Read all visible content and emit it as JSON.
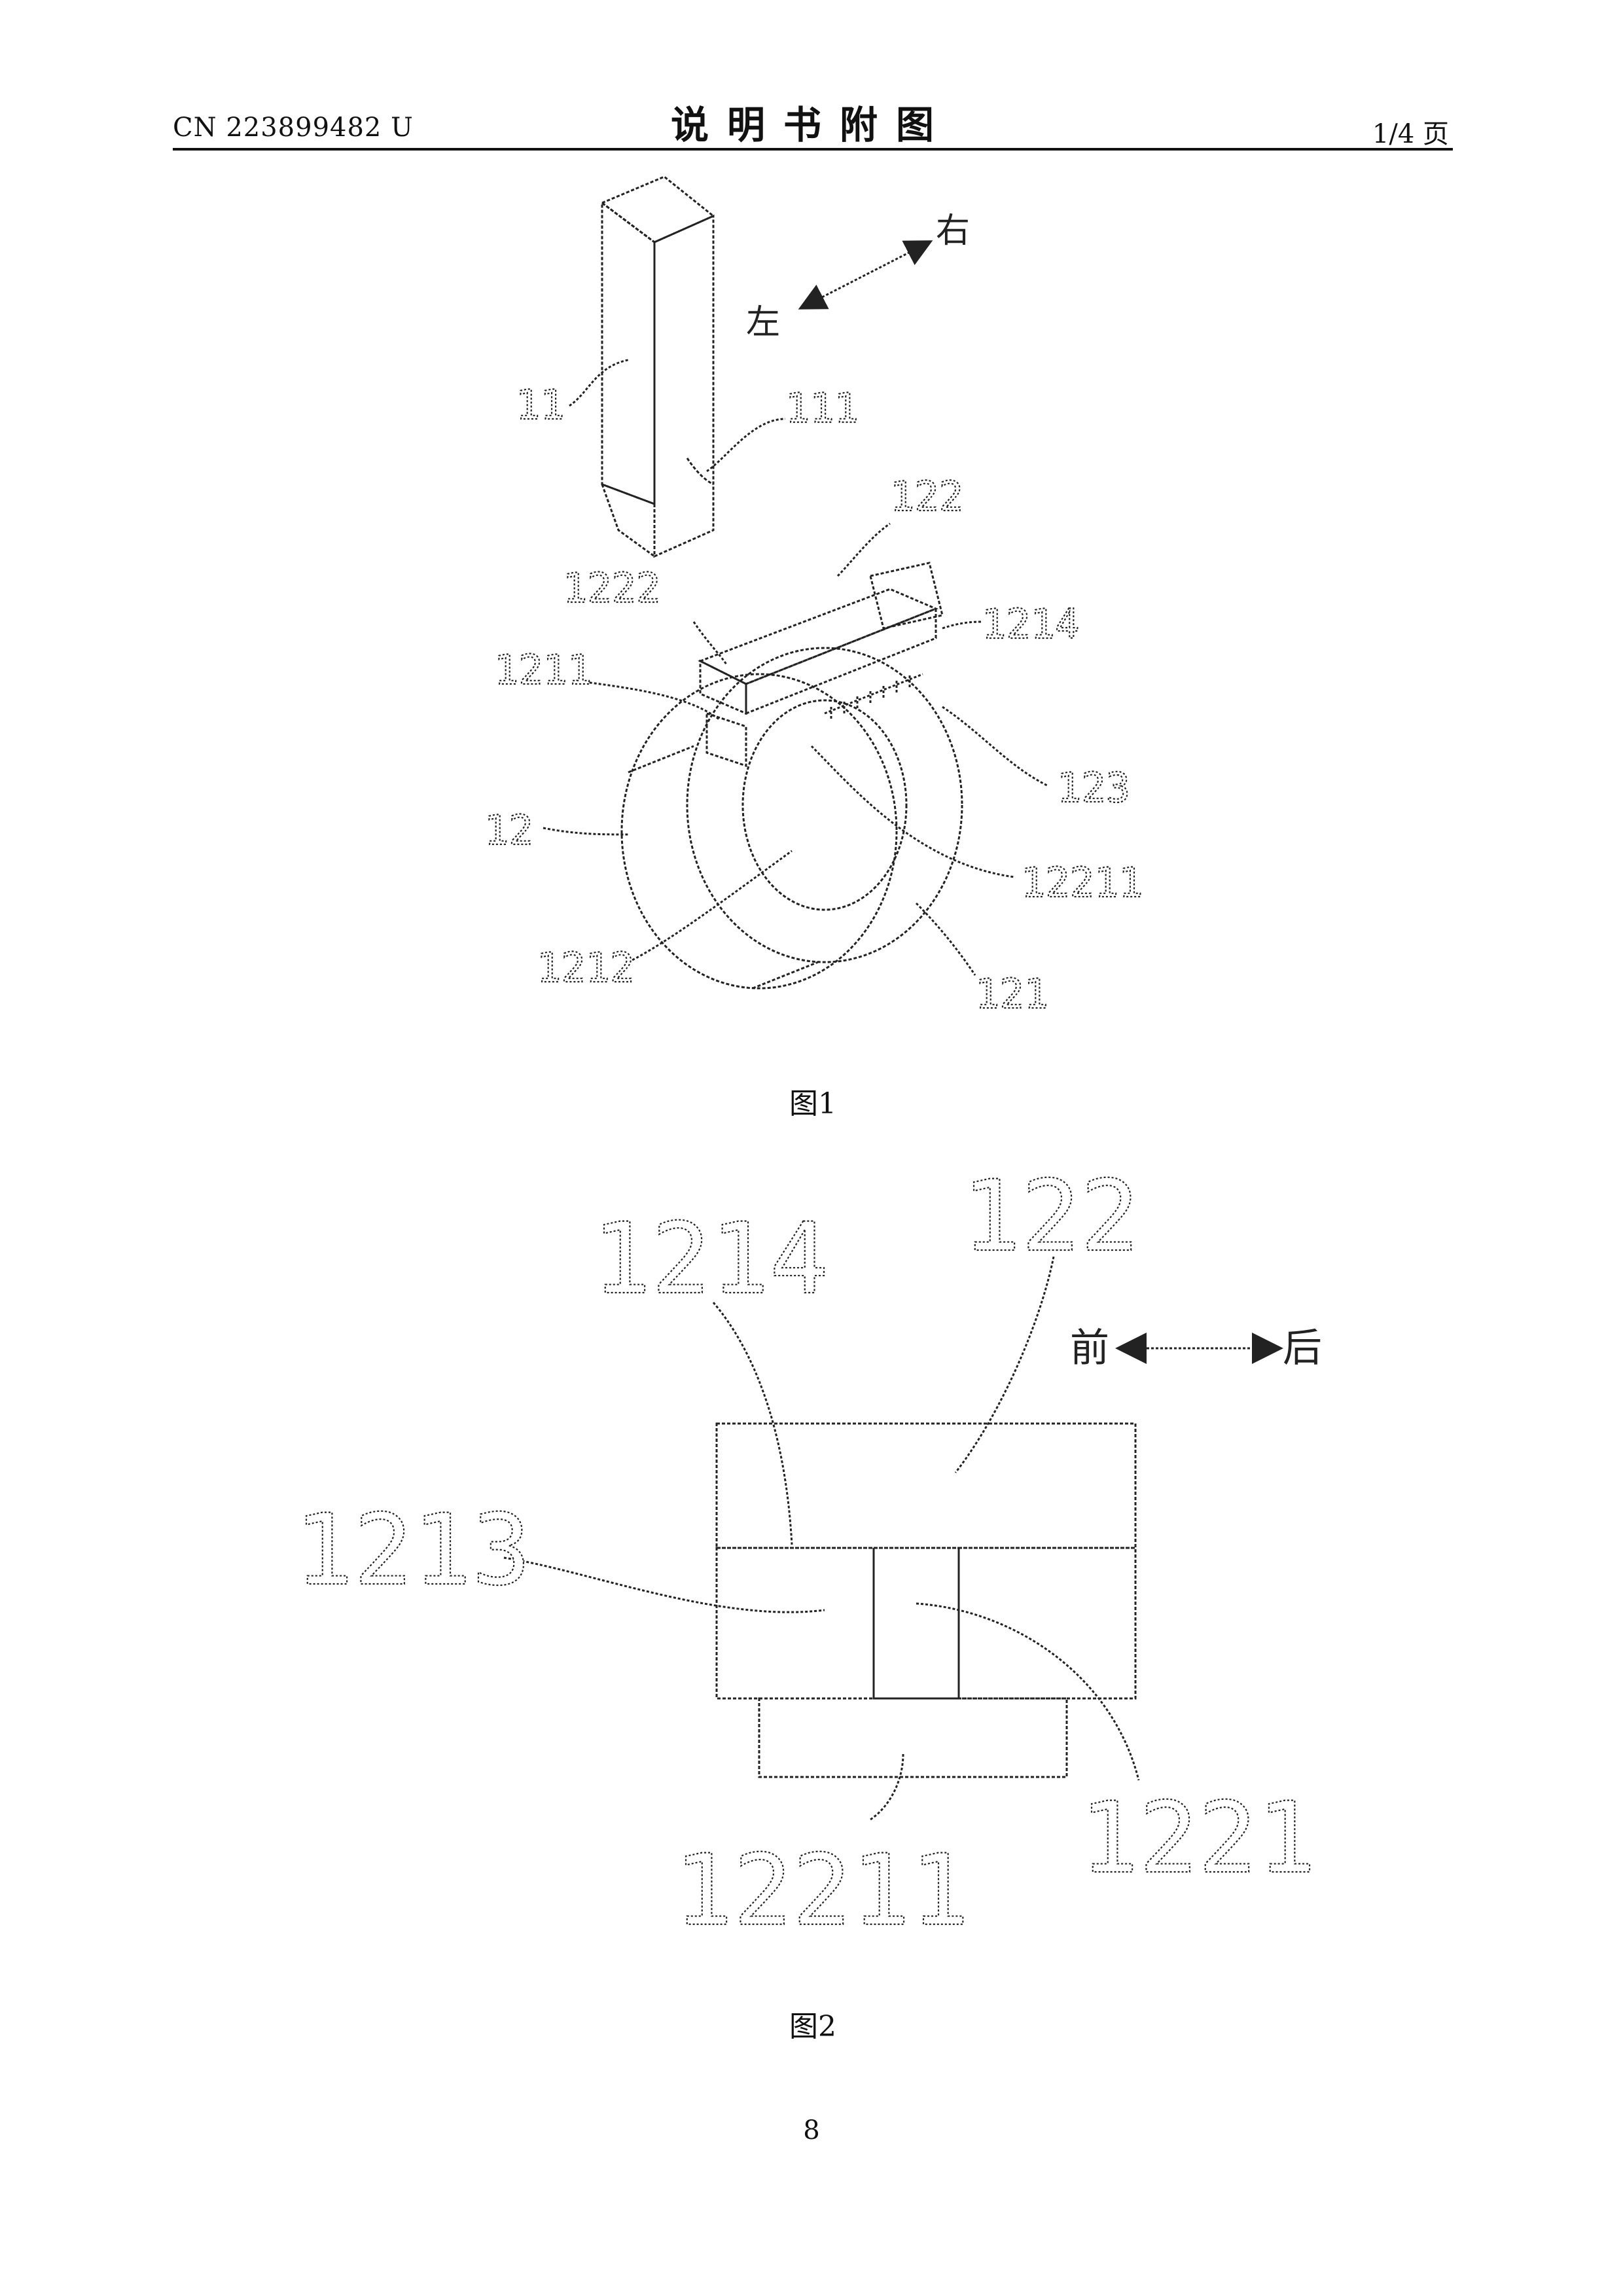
{
  "header": {
    "doc_number": "CN 223899482 U",
    "title": "说明书附图",
    "page_fraction": "1/4 页"
  },
  "figure1": {
    "caption": "图1",
    "direction_left": "左",
    "direction_right": "右",
    "labels": [
      "11",
      "111",
      "122",
      "1222",
      "1214",
      "1211",
      "123",
      "12",
      "12211",
      "1212",
      "121"
    ]
  },
  "figure2": {
    "caption": "图2",
    "direction_front": "前",
    "direction_back": "后",
    "labels": [
      "1214",
      "122",
      "1213",
      "1221",
      "12211"
    ]
  },
  "page_number": "8"
}
